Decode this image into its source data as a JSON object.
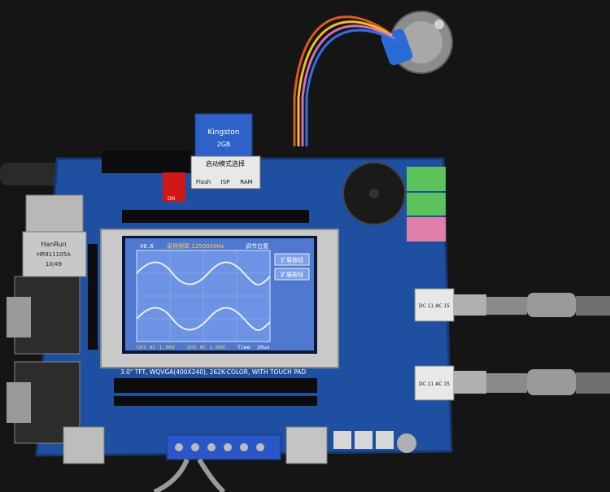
{
  "photo": {
    "description_free": true
  },
  "lcd": {
    "version": "V0.6",
    "sample_rate": "采样频率:1250000Hz",
    "adjust_position": "调节位置",
    "ext_button_1": "扩展按钮",
    "ext_button_2": "扩展按钮",
    "ch1": "CH1 AC 1.00V",
    "ch2": "CH2 AC 1.00V",
    "time_label": "Time",
    "time_value": "20us"
  },
  "pcb": {
    "tft_caption": "3.0\" TFT, WQVGA(400X240), 262K-COLOR, WITH TOUCH PAD",
    "boot_mode_title": "启动模式选择",
    "boot_flash": "Flash",
    "boot_isp": "ISP",
    "boot_ram": "RAM",
    "dip_label": "ON",
    "jack_label": "HanRun",
    "jack_model": "HR911105A",
    "jack_code": "10/49",
    "probe_tag_1": "DC 11 AC 15",
    "probe_tag_2": "DC 11 AC 15"
  },
  "sd_card": {
    "brand": "Kingston",
    "capacity": "2GB"
  },
  "colors": {
    "background": "#141414",
    "pcb": "#1f4fa0",
    "lcd_screen": "#5f86d8",
    "wave": "#e8eefc"
  }
}
